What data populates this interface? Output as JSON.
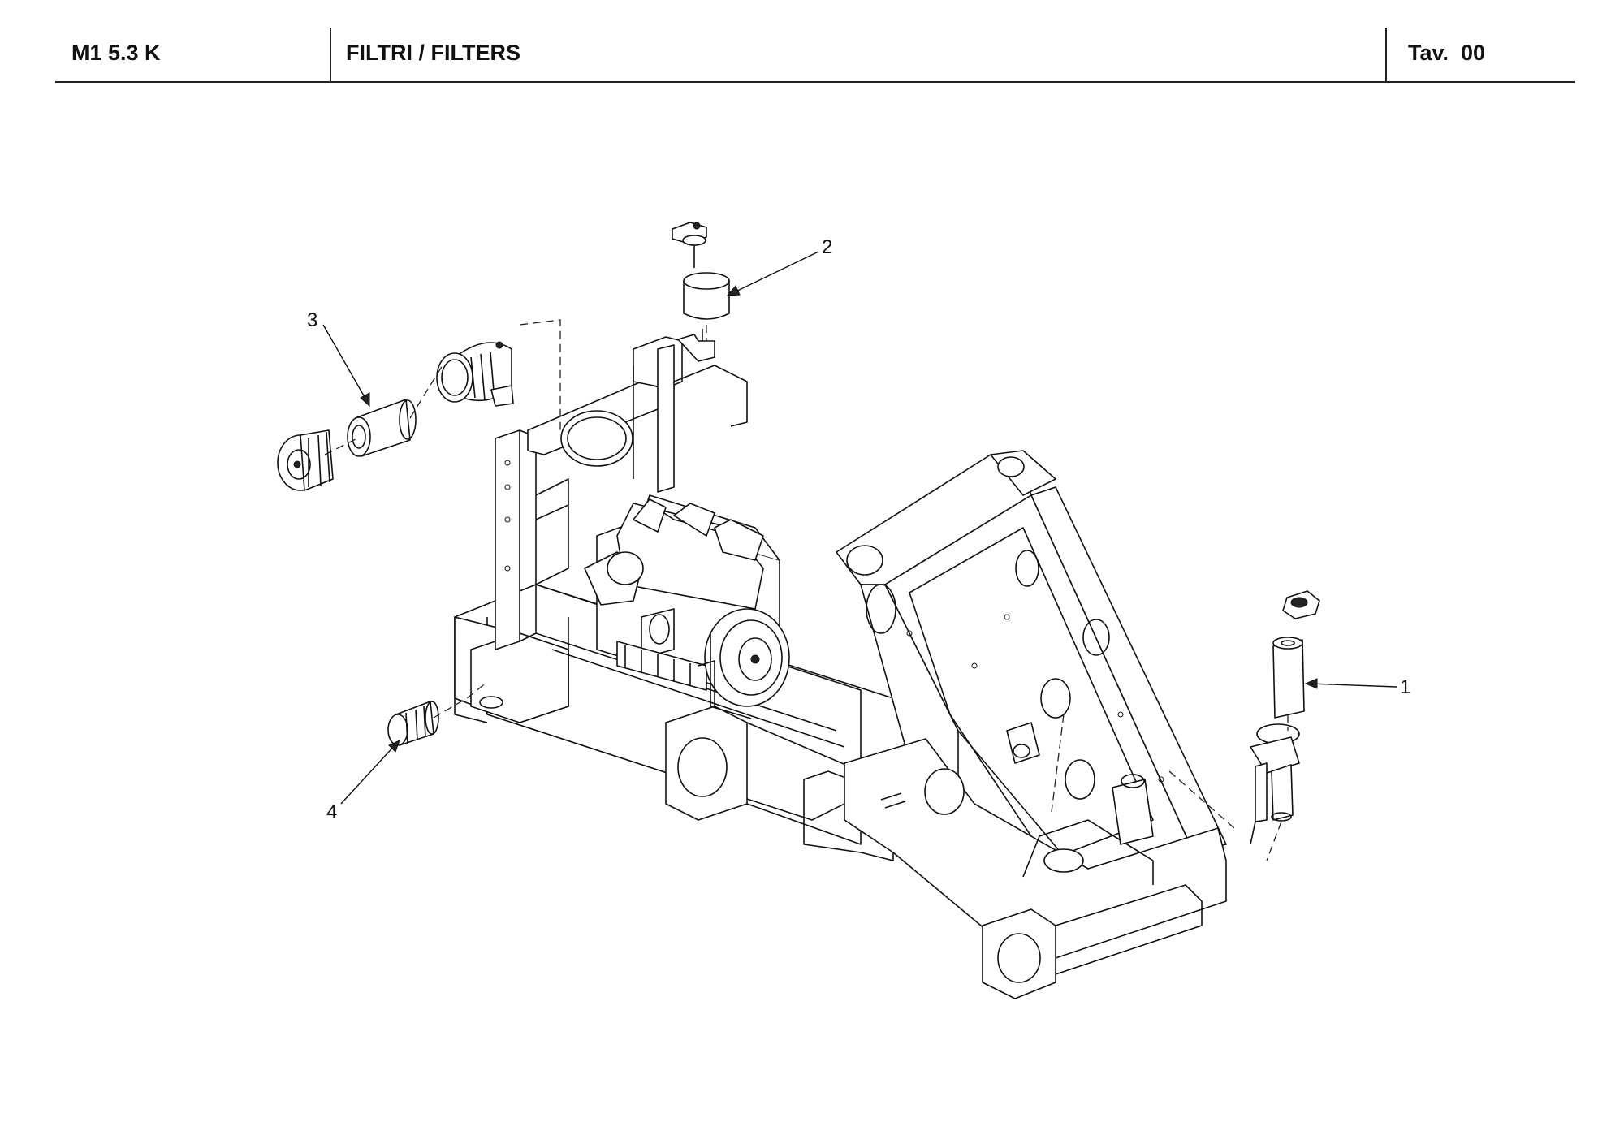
{
  "header": {
    "model": "M1 5.3 K",
    "title": "FILTRI / FILTERS",
    "table": "Tav.  00"
  },
  "callouts": [
    {
      "id": "1",
      "label": "1"
    },
    {
      "id": "2",
      "label": "2"
    },
    {
      "id": "3",
      "label": "3"
    },
    {
      "id": "4",
      "label": "4"
    }
  ]
}
